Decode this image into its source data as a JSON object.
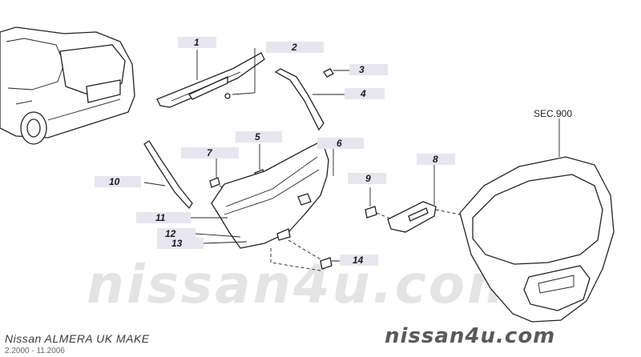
{
  "callouts": [
    {
      "id": "1",
      "label": "1"
    },
    {
      "id": "2",
      "label": "2"
    },
    {
      "id": "3",
      "label": "3"
    },
    {
      "id": "4",
      "label": "4"
    },
    {
      "id": "5",
      "label": "5"
    },
    {
      "id": "6",
      "label": "6"
    },
    {
      "id": "7",
      "label": "7"
    },
    {
      "id": "8",
      "label": "8"
    },
    {
      "id": "9",
      "label": "9"
    },
    {
      "id": "10",
      "label": "10"
    },
    {
      "id": "11",
      "label": "11"
    },
    {
      "id": "12",
      "label": "12"
    },
    {
      "id": "13",
      "label": "13"
    },
    {
      "id": "14",
      "label": "14"
    }
  ],
  "section_ref": "SEC.900",
  "watermark": "nissan4u.com",
  "footer": {
    "title": "Nissan ALMERA UK MAKE",
    "date_range": "2.2000 - 11.2006",
    "brand": "nissan4u.com"
  }
}
